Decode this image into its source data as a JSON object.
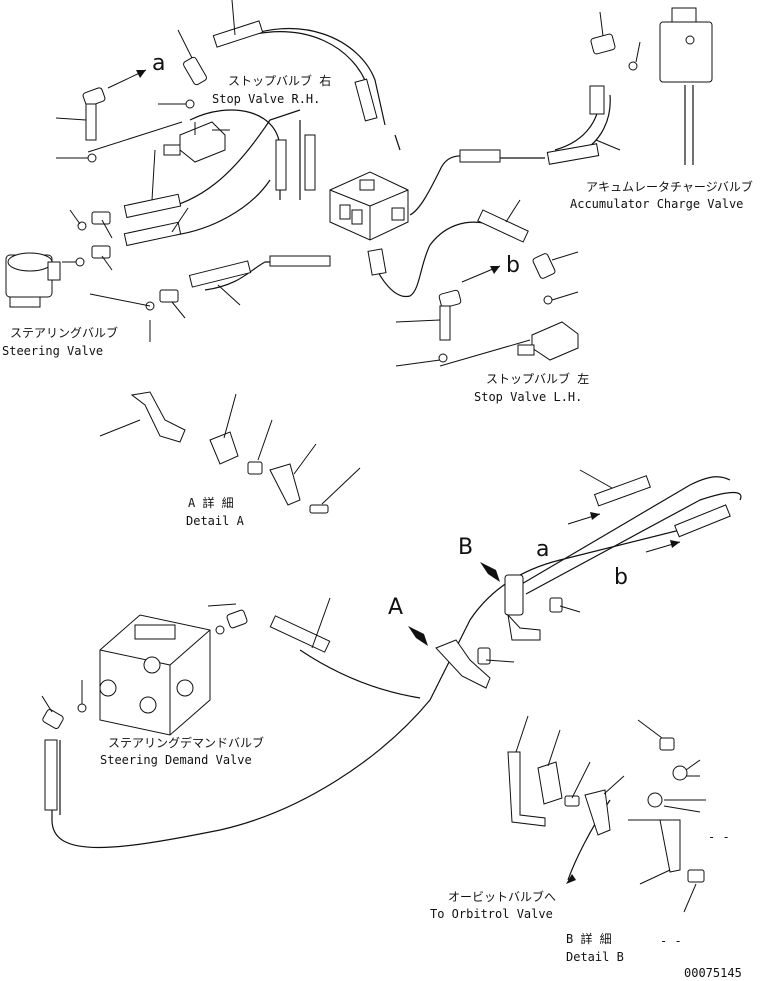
{
  "labels": {
    "stop_rh_jp": "ストップバルブ 右",
    "stop_rh_en": "Stop Valve R.H.",
    "accum_jp": "アキュムレータチャージバルブ",
    "accum_en": "Accumulator Charge Valve",
    "steer_jp": "ステアリングバルブ",
    "steer_en": "Steering Valve",
    "stop_lh_jp": "ストップバルブ 左",
    "stop_lh_en": "Stop Valve L.H.",
    "detail_a_jp": "A 詳 細",
    "detail_a_en": "Detail A",
    "demand_jp": "ステアリングデマンドバルブ",
    "demand_en": "Steering Demand Valve",
    "orbitrol_jp": "オービットバルブへ",
    "orbitrol_en": "To Orbitrol Valve",
    "detail_b_jp": "B 詳 細",
    "detail_b_en": "Detail B",
    "dash1": "- -",
    "dash2": "- -",
    "drawing_no": "00075145"
  },
  "callouts": {
    "a_top": "a",
    "b_mid": "b",
    "big_a": "A",
    "big_b": "B",
    "a_right": "a",
    "b_right": "b"
  }
}
